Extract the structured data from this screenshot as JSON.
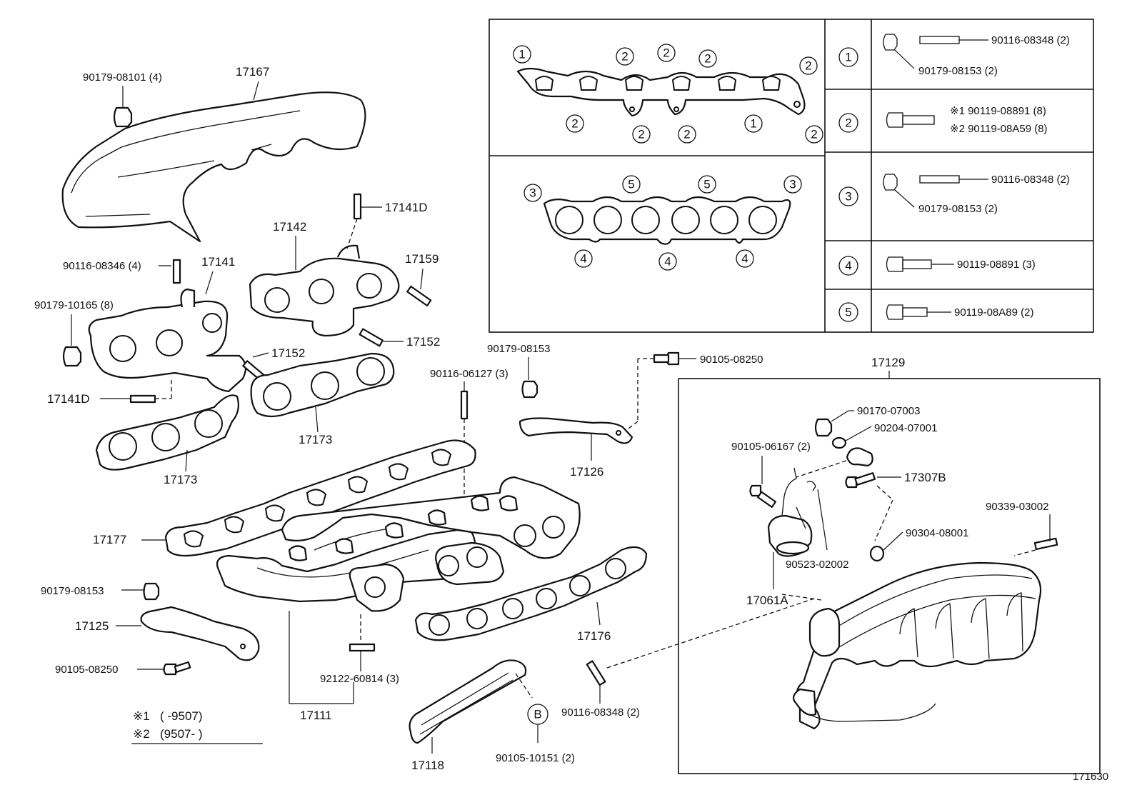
{
  "labels": {
    "heat_insulator": "17167",
    "nut_90179_08101": "90179-08101 (4)",
    "gasket_17141D_top": "17141D",
    "manifold_17142": "17142",
    "stud_17159": "17159",
    "stud_17152_right": "17152",
    "stud_90116_08346": "90116-08346 (4)",
    "manifold_17141": "17141",
    "nut_90179_10165": "90179-10165 (8)",
    "stud_17152_mid": "17152",
    "gasket_17141D_left": "17141D",
    "gasket_17173_right": "17173",
    "gasket_17173_left": "17173",
    "nut_90179_08153_top": "90179-08153",
    "stud_90116_06127": "90116-06127 (3)",
    "bolt_90105_08250_top": "90105-08250",
    "stay_17126": "17126",
    "gasket_17177": "17177",
    "nut_90179_08153_left": "90179-08153",
    "stay_17125": "17125",
    "bolt_90105_08250_left": "90105-08250",
    "stud_92122_60814": "92122-60814 (3)",
    "pipe_17111": "17111",
    "gasket_17176": "17176",
    "stud_90116_08348": "90116-08348 (2)",
    "stay_17118": "17118",
    "bolt_90105_10151": "90105-10151 (2)",
    "ref_B": "B",
    "assy_17129": "17129",
    "nut_90170_07003": "90170-07003",
    "washer_90204_07001": "90204-07001",
    "bolt_90105_06167": "90105-06167 (2)",
    "bolt_17307B": "17307B",
    "plug_90339_03002": "90339-03002",
    "gasket_90304_08001": "90304-08001",
    "hose_90523_02002": "90523-02002",
    "actuator_17061A": "17061A",
    "diagram_code": "171630"
  },
  "note": {
    "row1_mark": "※1",
    "row1_text": "(        -9507)",
    "row2_mark": "※2",
    "row2_text": "(9507-        )"
  },
  "inset": {
    "gasket_markers": [
      "1",
      "2",
      "2",
      "2",
      "2",
      "2",
      "2",
      "2",
      "1",
      "2",
      "3",
      "5",
      "5",
      "3",
      "4",
      "4",
      "4"
    ],
    "table": [
      {
        "key": "1",
        "lines": [
          "90116-08348 (2)",
          "90179-08153 (2)"
        ]
      },
      {
        "key": "2",
        "lines": [
          "※1 90119-08891 (8)",
          "※2 90119-08A59 (8)"
        ]
      },
      {
        "key": "3",
        "lines": [
          "90116-08348 (2)",
          "90179-08153 (2)"
        ]
      },
      {
        "key": "4",
        "lines": [
          "90119-08891 (3)"
        ]
      },
      {
        "key": "5",
        "lines": [
          "90119-08A89 (2)"
        ]
      }
    ]
  }
}
